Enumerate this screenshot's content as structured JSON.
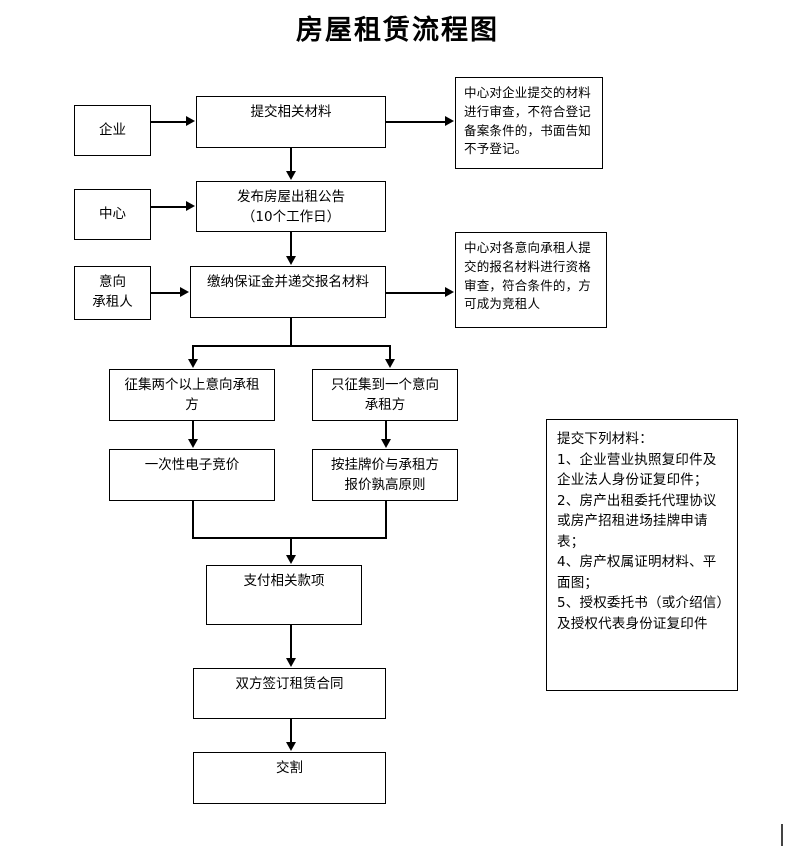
{
  "title": "房屋租赁流程图",
  "nodes": {
    "actor_enterprise": "企业",
    "actor_center": "中心",
    "actor_tenant": "意向\n承租人",
    "step_submit_materials": "提交相关材料",
    "step_publish_notice": "发布房屋出租公告\n（10个工作日）",
    "step_deposit": "缴纳保证金并递交报名材料",
    "branch_multiple": "征集两个以上意向承租\n方",
    "branch_single": "只征集到一个意向\n承租方",
    "action_auction": "一次性电子竞价",
    "action_listing_price": "按挂牌价与承租方\n报价孰高原则",
    "step_payment": "支付相关款项",
    "step_sign_contract": "双方签订租赁合同",
    "step_delivery": "交割"
  },
  "notes": {
    "review_enterprise": "中心对企业提交的材料进行审查，不符合登记备案条件的，书面告知不予登记。",
    "review_tenant": "中心对各意向承租人提交的报名材料进行资格审查，符合条件的，方可成为竞租人",
    "materials_list": "提交下列材料：\n1、企业营业执照复印件及企业法人身份证复印件；\n2、房产出租委托代理协议或房产招租进场挂牌申请表；\n4、房产权属证明材料、平面图；\n5、授权委托书（或介绍信）及授权代表身份证复印件"
  },
  "colors": {
    "line": "#000000",
    "background": "#ffffff",
    "text": "#000000"
  }
}
